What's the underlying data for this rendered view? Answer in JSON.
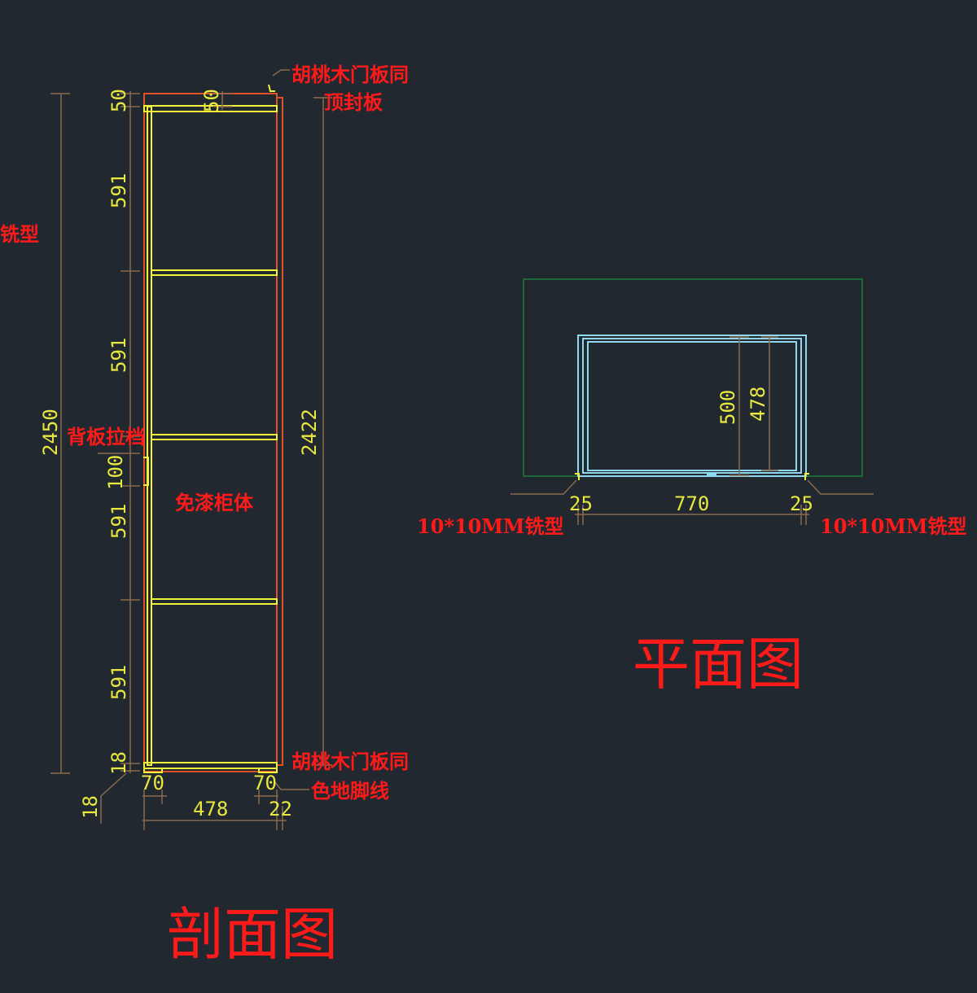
{
  "section_view": {
    "title": "剖面图",
    "labels": {
      "top_note_line1": "胡桃木门板同",
      "top_note_line2": "顶封板",
      "left_note": "铣型",
      "back_panel": "背板拉档",
      "body": "免漆柜体",
      "bottom_note_line1": "胡桃木门板同",
      "bottom_note_line2": "色地脚线"
    },
    "dimensions": {
      "total_height": "2450",
      "inner_height": "2422",
      "top": "50",
      "top_inner": "50",
      "shelf_spacings": [
        "591",
        "591",
        "591",
        "591"
      ],
      "back_rail": "100",
      "bottom": "18",
      "bottom_offset": "18",
      "toe_left": "70",
      "toe_right": "70",
      "depth": "478",
      "door": "22"
    }
  },
  "plan_view": {
    "title": "平面图",
    "labels": {
      "left_mill": "10*10MM铣型",
      "right_mill": "10*10MM铣型"
    },
    "dimensions": {
      "depth_total": "500",
      "depth_inner": "478",
      "left": "25",
      "width": "770",
      "right": "25"
    }
  },
  "colors": {
    "background": "#212830",
    "carcass": "#f2f23a",
    "door": "#e0502a",
    "dimension": "#8a6a4e",
    "plan": "#8fd8f0",
    "text": "#ff1a1a"
  }
}
